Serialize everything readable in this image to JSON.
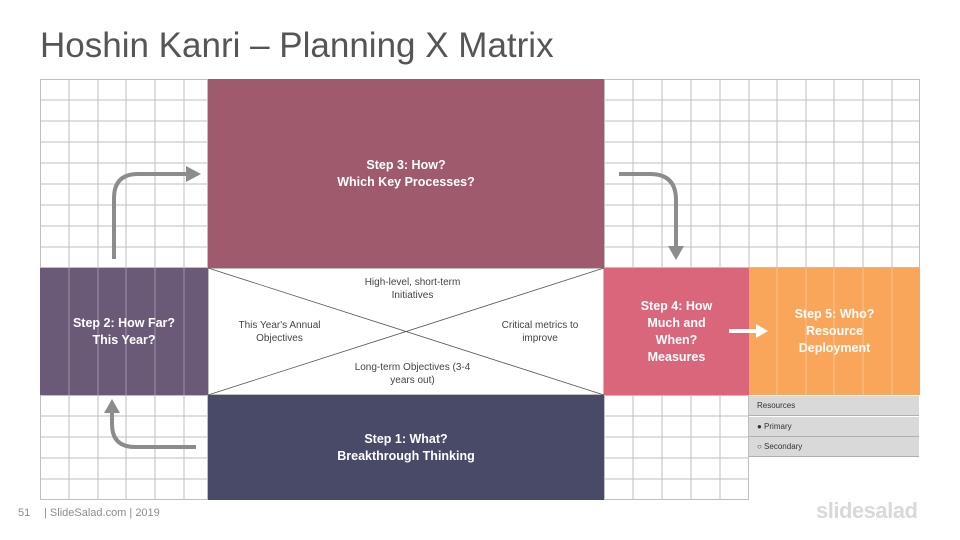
{
  "title": "Hoshin Kanri – Planning X Matrix",
  "step3": {
    "label": "Step 3: How?\nWhich Key Processes?",
    "color": "#a05a6e"
  },
  "step2": {
    "label": "Step 2: How Far?\nThis Year?",
    "color": "#6a5a78"
  },
  "step1": {
    "label": "Step 1: What?\nBreakthrough Thinking",
    "color": "#484a68"
  },
  "step4": {
    "label": "Step 4: How\nMuch and\nWhen?\nMeasures",
    "color": "#d9667a"
  },
  "step5": {
    "label": "Step 5: Who?\nResource\nDeployment",
    "color": "#f9a55a"
  },
  "x_matrix": {
    "top": "High-level, short-term\nInitiatives",
    "left": "This Year's Annual\nObjectives",
    "right": "Critical metrics to\nimprove",
    "bottom": "Long-term Objectives (3-4\nyears out)"
  },
  "resources": [
    "Resources",
    "● Primary",
    "○ Secondary"
  ],
  "footer": {
    "page": "51",
    "source": "| SlideSalad.com | 2019"
  },
  "brand": "slidesalad",
  "colors": {
    "grid": "#bfbfbf",
    "arrow": "#8c8c8c",
    "resources_bg": "#d9d9d9"
  }
}
